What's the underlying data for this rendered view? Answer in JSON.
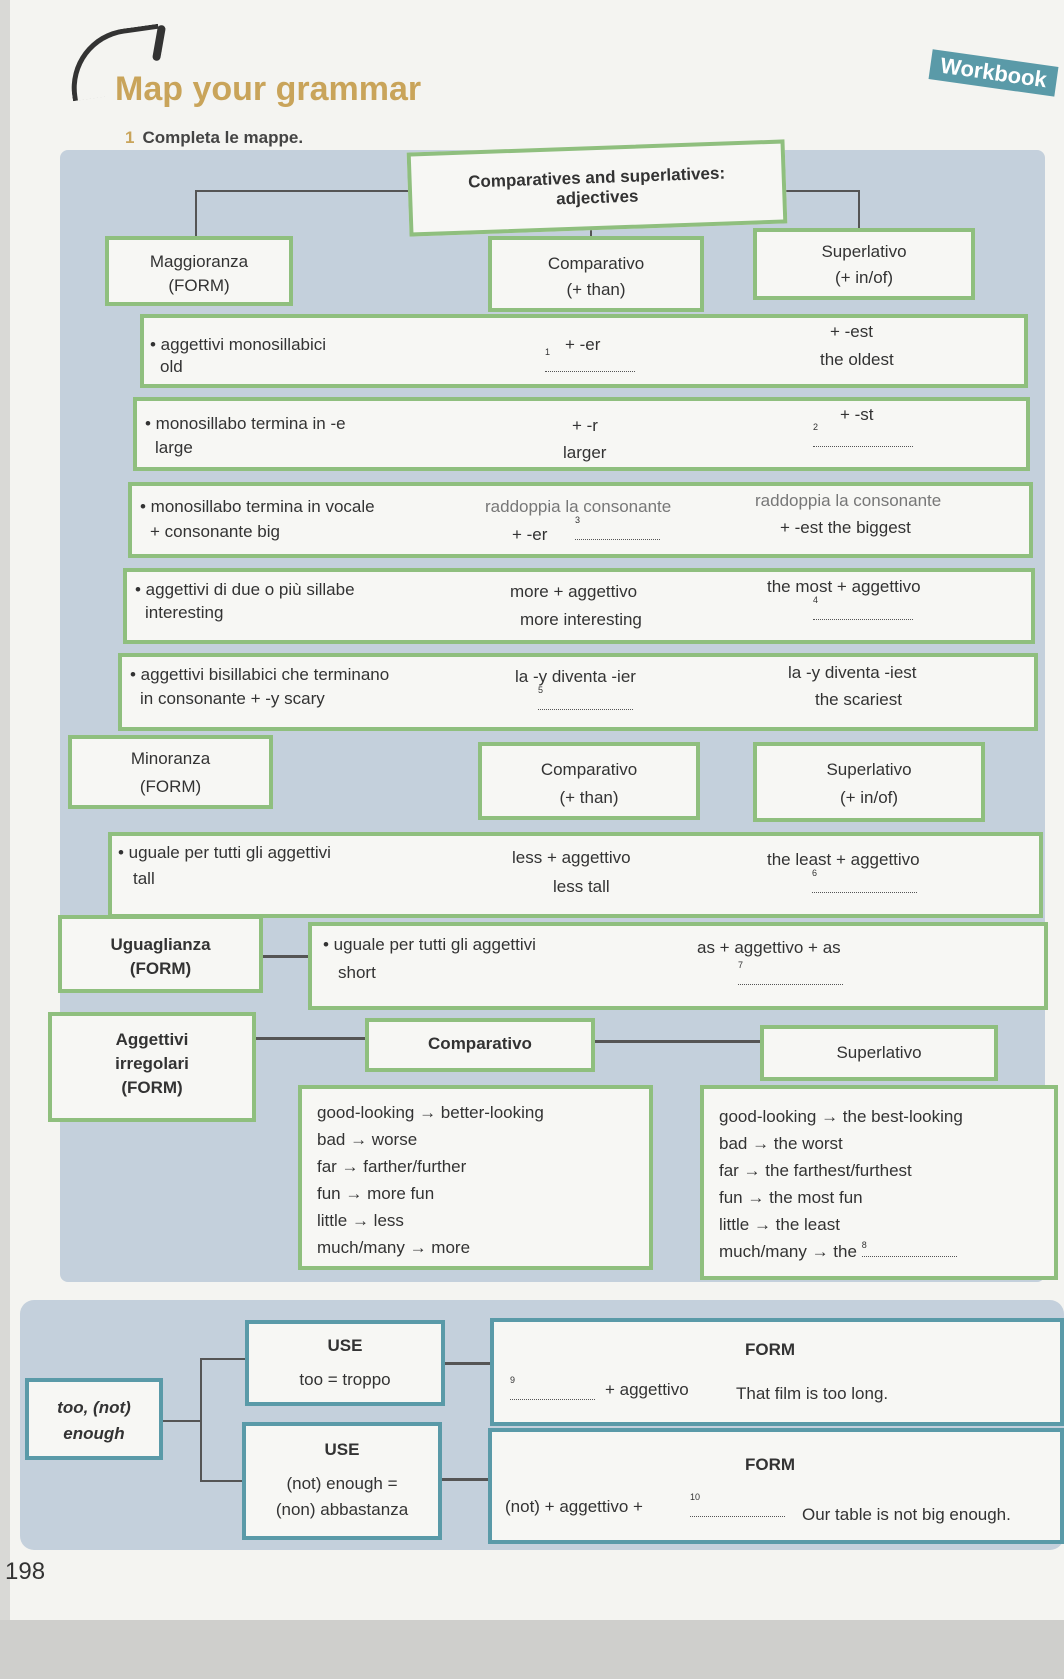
{
  "header": {
    "title": "Map your grammar",
    "badge": "Workbook"
  },
  "exercise": {
    "number": "1",
    "instruction": "Completa le mappe."
  },
  "main_title": {
    "line1": "Comparatives and superlatives:",
    "line2": "adjectives"
  },
  "maggioranza": {
    "label1": "Maggioranza",
    "label2": "(FORM)",
    "comp1": "Comparativo",
    "comp2": "(+ than)",
    "sup1": "Superlativo",
    "sup2": "(+ in/of)"
  },
  "rows": [
    {
      "left1": "• aggettivi monosillabici",
      "left2": "old",
      "mid1": "+ -er",
      "mid_blank": "1",
      "right1": "+ -est",
      "right2": "the oldest"
    },
    {
      "left1": "• monosillabo termina in -e",
      "left2": "large",
      "mid1": "+ -r",
      "mid2": "larger",
      "right1": "+ -st",
      "right_blank": "2"
    },
    {
      "left1": "• monosillabo termina in vocale",
      "left2": "+ consonante  big",
      "mid1": "raddoppia la consonante",
      "mid2": "+ -er",
      "mid_blank": "3",
      "right1": "raddoppia la consonante",
      "right2": "+ -est  the biggest"
    },
    {
      "left1": "• aggettivi di due o più sillabe",
      "left2": "interesting",
      "mid1": "more + aggettivo",
      "mid2": "more interesting",
      "right1": "the most + aggettivo",
      "right_blank": "4"
    },
    {
      "left1": "• aggettivi bisillabici che terminano",
      "left2": "in consonante + -y  scary",
      "mid1": "la -y diventa -ier",
      "mid_blank": "5",
      "right1": "la -y diventa -iest",
      "right2": "the scariest"
    }
  ],
  "minoranza": {
    "label1": "Minoranza",
    "label2": "(FORM)",
    "comp1": "Comparativo",
    "comp2": "(+ than)",
    "sup1": "Superlativo",
    "sup2": "(+ in/of)",
    "row": {
      "left1": "• uguale per tutti gli aggettivi",
      "left2": "tall",
      "mid1": "less + aggettivo",
      "mid2": "less tall",
      "right1": "the least + aggettivo",
      "right_blank": "6"
    }
  },
  "uguaglianza": {
    "label1": "Uguaglianza",
    "label2": "(FORM)",
    "left1": "• uguale per tutti gli aggettivi",
    "left2": "short",
    "right1": "as + aggettivo + as",
    "right_blank": "7"
  },
  "irregolari": {
    "label1": "Aggettivi",
    "label2": "irregolari",
    "label3": "(FORM)",
    "comp": "Comparativo",
    "sup": "Superlativo",
    "comp_list": [
      "good-looking → better-looking",
      "bad → worse",
      "far → farther/further",
      "fun → more fun",
      "little → less",
      "much/many → more"
    ],
    "sup_list": [
      "good-looking → the best-looking",
      "bad → the worst",
      "far → the farthest/furthest",
      "fun → the most fun",
      "little → the least",
      "much/many → the"
    ],
    "sup_blank": "8"
  },
  "too_enough": {
    "label1": "too, (not)",
    "label2": "enough",
    "use1": "USE",
    "use1_val": "too = troppo",
    "form1": "FORM",
    "form1_blank": "9",
    "form1_text": "+ aggettivo",
    "form1_example": "That film is too long.",
    "use2": "USE",
    "use2_val1": "(not) enough =",
    "use2_val2": "(non) abbastanza",
    "form2": "FORM",
    "form2_text": "(not) + aggettivo +",
    "form2_blank": "10",
    "form2_example": "Our table is not big enough."
  },
  "page_number": "198"
}
